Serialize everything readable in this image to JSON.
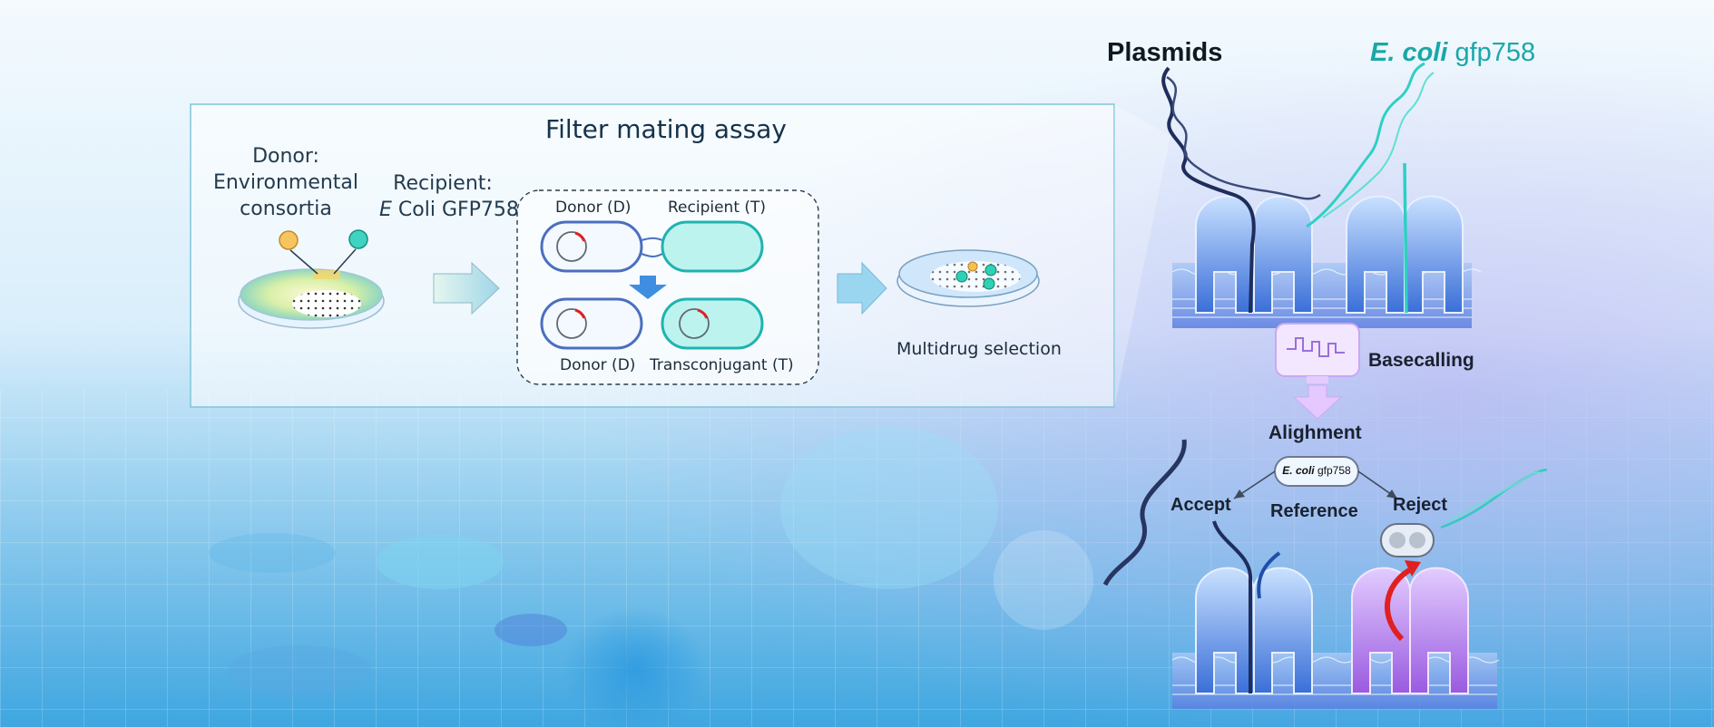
{
  "panel": {
    "title": "Filter mating assay",
    "donor_line1": "Donor:",
    "donor_line2": "Environmental",
    "donor_line3": "consortia",
    "recipient_line1": "Recipient:",
    "recipient_italic": "E",
    "recipient_rest": " Coli GFP758",
    "cell_donor_top": "Donor (D)",
    "cell_recipient_top": "Recipient (T)",
    "cell_donor_bottom": "Donor (D)",
    "cell_transconjugant": "Transconjugant (T)",
    "multidrug": "Multidrug selection"
  },
  "right": {
    "plasmids": "Plasmids",
    "ecoli_italic": "E. coli",
    "ecoli_rest": " gfp758",
    "basecalling": "Basecalling",
    "alignment": "Alighment",
    "reference_pill_italic": "E. coli",
    "reference_pill_rest": " gfp758",
    "accept": "Accept",
    "reference": "Reference",
    "reject": "Reject"
  },
  "colors": {
    "teal": "#19a8a8",
    "navy": "#1f2d5c",
    "red": "#e02020",
    "pore_blue": "#3a6fd8",
    "pore_purple": "#9a5ae0"
  }
}
